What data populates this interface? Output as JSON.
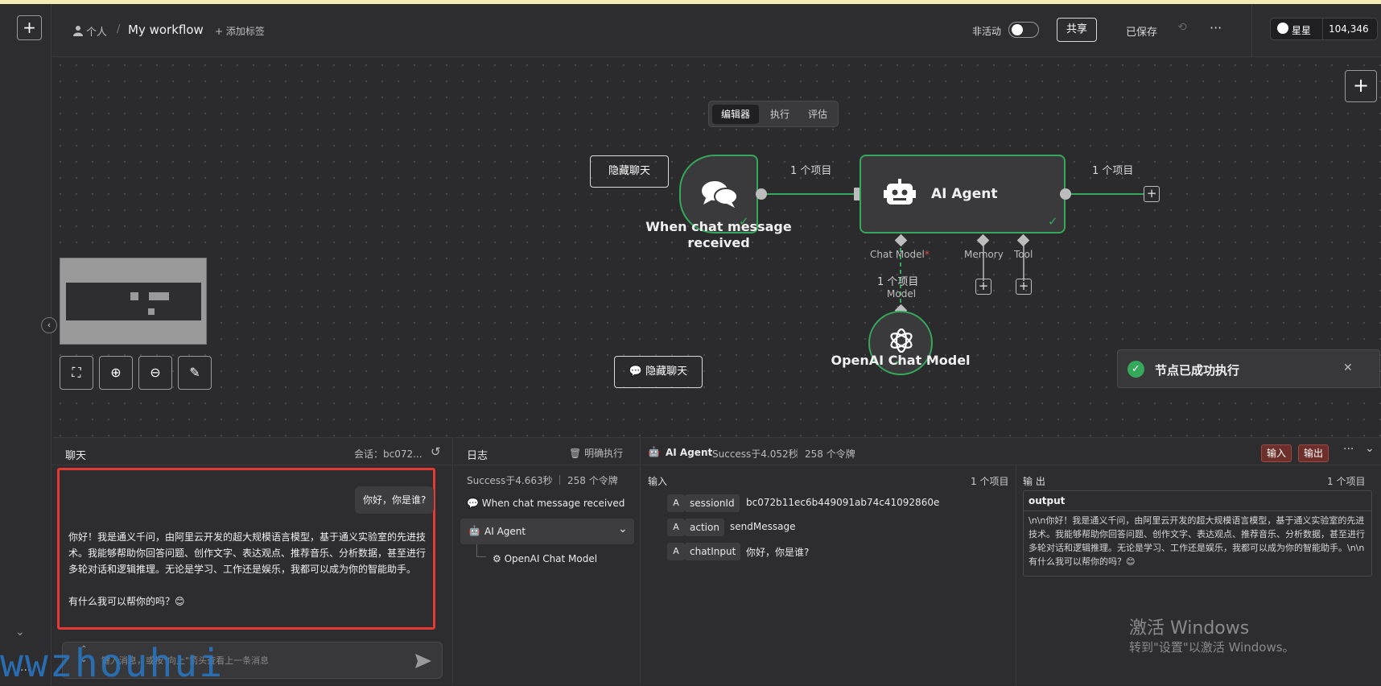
{
  "left_bar": {
    "add_label": "+"
  },
  "header": {
    "scope": "个人",
    "separator": "/",
    "workflow_name": "My workflow",
    "add_tag": "+ 添加标签",
    "inactive_label": "非活动",
    "share_label": "共享",
    "saved_label": "已保存",
    "more_label": "···",
    "github_star_label": "星星",
    "github_star_count": "104,346"
  },
  "tabs": [
    {
      "label": "编辑器"
    },
    {
      "label": "执行"
    },
    {
      "label": "评估"
    }
  ],
  "canvas": {
    "add_label": "+",
    "hide_chat_label": "隐藏聊天",
    "hide_chat_button": "隐藏聊天",
    "trigger_node": {
      "line1": "When chat message",
      "line2": "received"
    },
    "agent_node": {
      "label": "AI Agent"
    },
    "model_node": {
      "label": "OpenAI Chat Model"
    },
    "edge_count_1": "1 个项目",
    "edge_count_2": "1 个项目",
    "edge_count_3": "1 个项目",
    "port_chat_model": "Chat Model",
    "port_required": "*",
    "port_memory": "Memory",
    "port_tool": "Tool",
    "port_model": "Model"
  },
  "toast": {
    "message": "节点已成功执行",
    "close": "✕"
  },
  "chat_panel": {
    "title": "聊天",
    "session": "会话：bc072...",
    "user_message": "你好，你是谁?",
    "reply_p1": "你好！我是通义千问，由阿里云开发的超大规模语言模型，基于通义实验室的先进技术。我能够帮助你回答问题、创作文字、表达观点、推荐音乐、分析数据，甚至进行多轮对话和逻辑推理。无论是学习、工作还是娱乐，我都可以成为你的智能助手。",
    "reply_p2": "有什么我可以帮你的吗？😊",
    "input_placeholder": "键入消息，或按\"向上\"箭头查看上一条消息"
  },
  "log_panel": {
    "title": "日志",
    "clear_label": "明确执行",
    "summary_status": "Success于4.663秒",
    "summary_tokens": "258 个令牌",
    "items": [
      {
        "label": "When chat message received"
      },
      {
        "label": "AI Agent"
      },
      {
        "label": "OpenAI Chat Model"
      }
    ]
  },
  "detail_panel": {
    "node_name": "AI Agent",
    "status": "Success于4.052秒",
    "tokens": "258 个令牌",
    "input_tab": "输入",
    "output_tab": "输出",
    "input_title": "输入",
    "input_count": "1 个项目",
    "fields": [
      {
        "type": "A",
        "key": "sessionId",
        "value": "bc072b11ec6b449091ab74c41092860e"
      },
      {
        "type": "A",
        "key": "action",
        "value": "sendMessage"
      },
      {
        "type": "A",
        "key": "chatInput",
        "value": "你好，你是谁?"
      }
    ],
    "output_title": "输 出",
    "output_count": "1 个项目",
    "output_key": "output",
    "output_text": "\\n\\n你好！我是通义千问，由阿里云开发的超大规模语言模型，基于通义实验室的先进技术。我能够帮助你回答问题、创作文字、表达观点、推荐音乐、分析数据，甚至进行多轮对话和逻辑推理。无论是学习、工作还是娱乐，我都可以成为你的智能助手。\\n\\n有什么我可以帮你的吗？😊"
  },
  "watermark": {
    "activate_title": "激活 Windows",
    "activate_sub": "转到\"设置\"以激活 Windows。",
    "site": "wwzhouhui"
  }
}
